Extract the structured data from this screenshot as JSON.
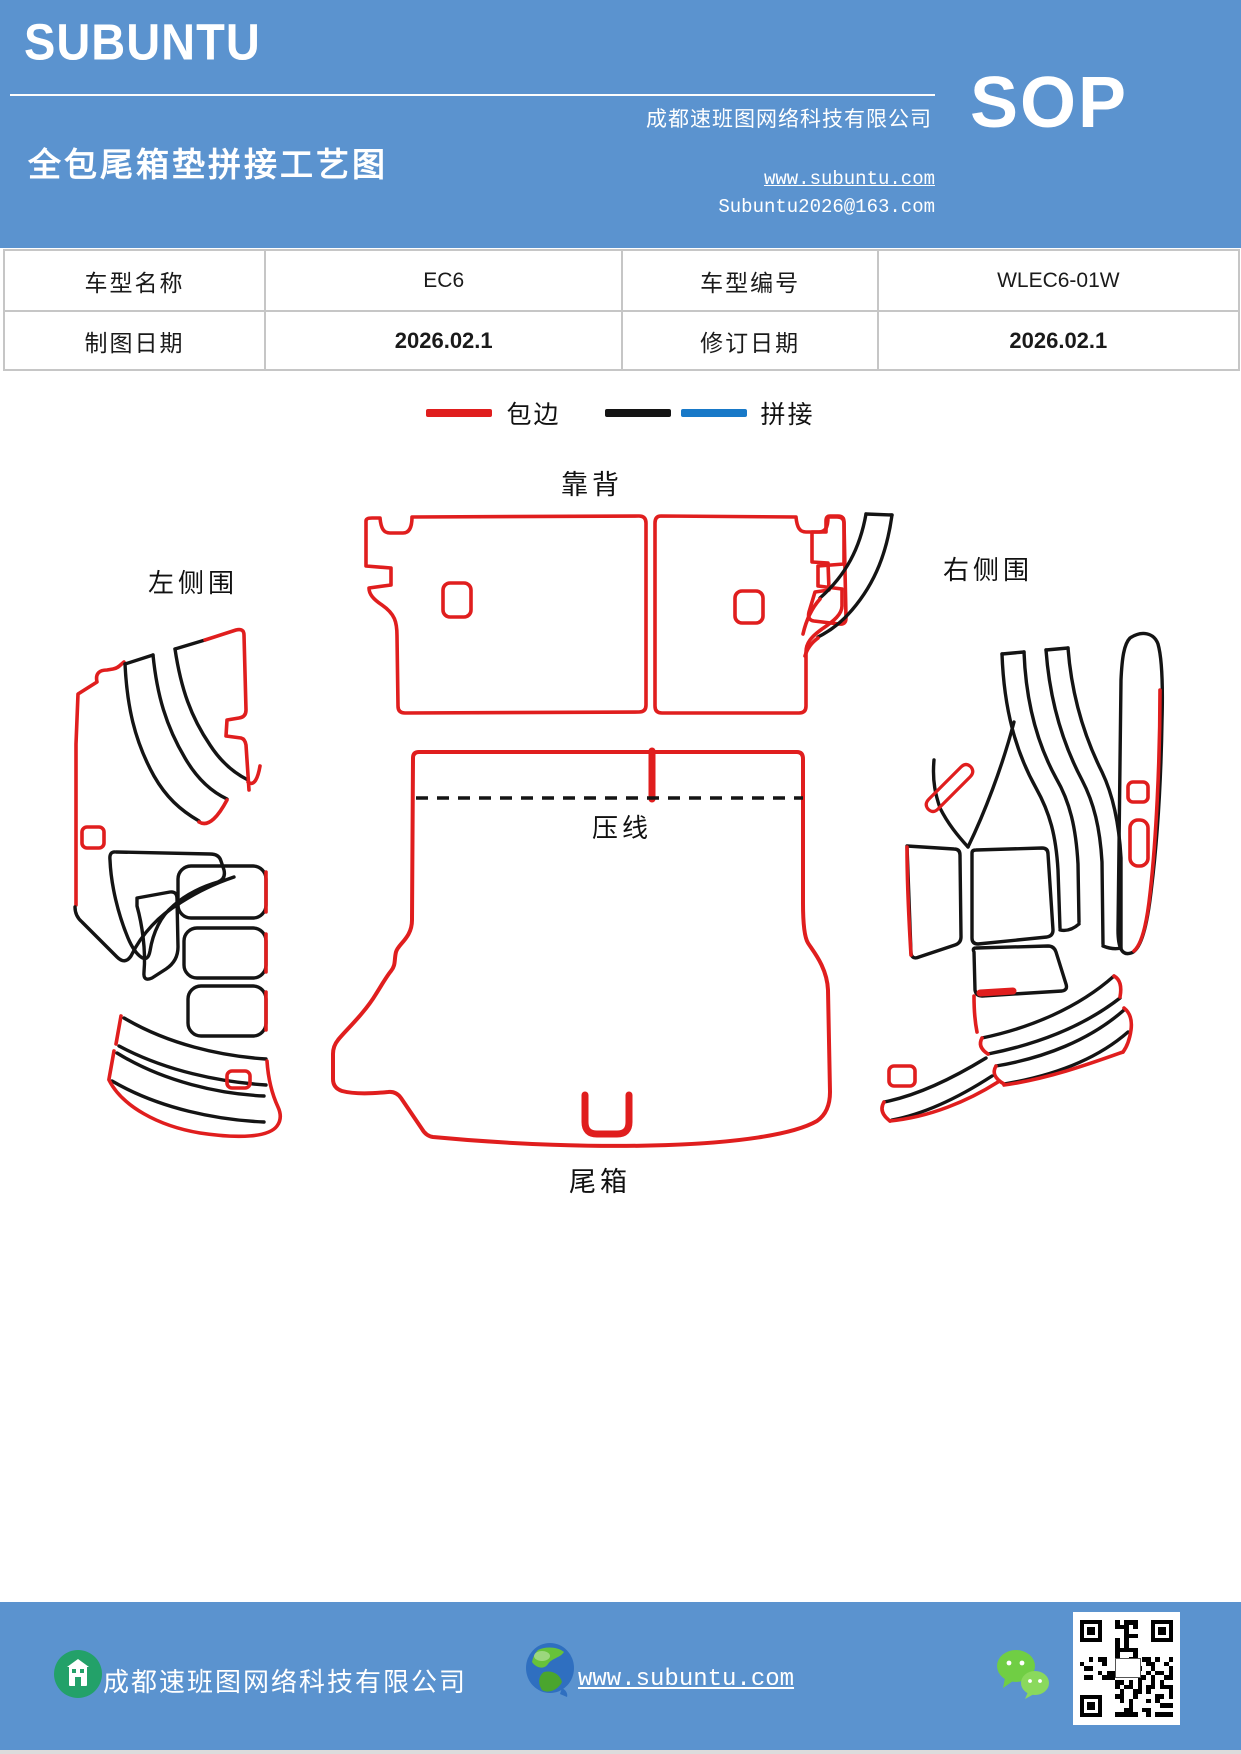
{
  "header": {
    "logo": "SUBUNTU",
    "company": "成都速班图网络科技有限公司",
    "title": "全包尾箱垫拼接工艺图",
    "sop_badge": "SOP",
    "website": "www.subuntu.com",
    "email": "Subuntu2026@163.com"
  },
  "info_table": {
    "rows": [
      {
        "label1": "车型名称",
        "value1": "EC6",
        "label2": "车型编号",
        "value2": "WLEC6-01W"
      },
      {
        "label1": "制图日期",
        "value1": "2026.02.1",
        "label2": "修订日期",
        "value2": "2026.02.1"
      }
    ]
  },
  "legend": {
    "baobian": "包边",
    "pinjie": "拼接",
    "colors": {
      "edge_wrap": "#e01e1e",
      "stitch_black": "#141414",
      "stitch_blue": "#1879c8"
    }
  },
  "diagram": {
    "labels": {
      "backrest": "靠背",
      "left_side": "左侧围",
      "right_side": "右侧围",
      "press_line": "压线",
      "trunk": "尾箱"
    }
  },
  "footer": {
    "company": "成都速班图网络科技有限公司",
    "website": "www.subuntu.com"
  },
  "colors": {
    "banner_blue": "#5b93cf"
  }
}
